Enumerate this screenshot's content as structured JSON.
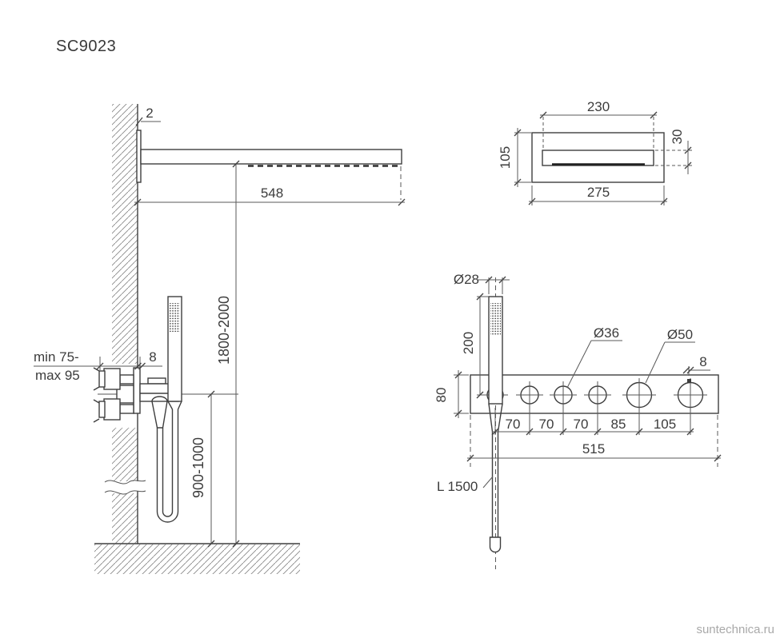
{
  "title": "SC9023",
  "watermark": "suntechnica.ru",
  "side_view": {
    "wall_plate_thickness": "2",
    "spout_length": "548",
    "mount_height_range": "1800-2000",
    "valve_height_range": "900-1000",
    "embed_depth_line1": "min 75-",
    "embed_depth_line2": "max 95",
    "trim_thickness": "8"
  },
  "top_view": {
    "slot_width": "230",
    "body_width": "275",
    "body_depth": "105",
    "slot_depth": "30"
  },
  "panel_view": {
    "handshower_diameter": "Ø28",
    "handle_length": "200",
    "panel_height": "80",
    "knob_small_diameter": "Ø36",
    "knob_large_diameter": "Ø50",
    "panel_thickness": "8",
    "spacings": [
      "70",
      "70",
      "70",
      "85",
      "105"
    ],
    "total_width": "515",
    "hose_length": "L 1500"
  }
}
